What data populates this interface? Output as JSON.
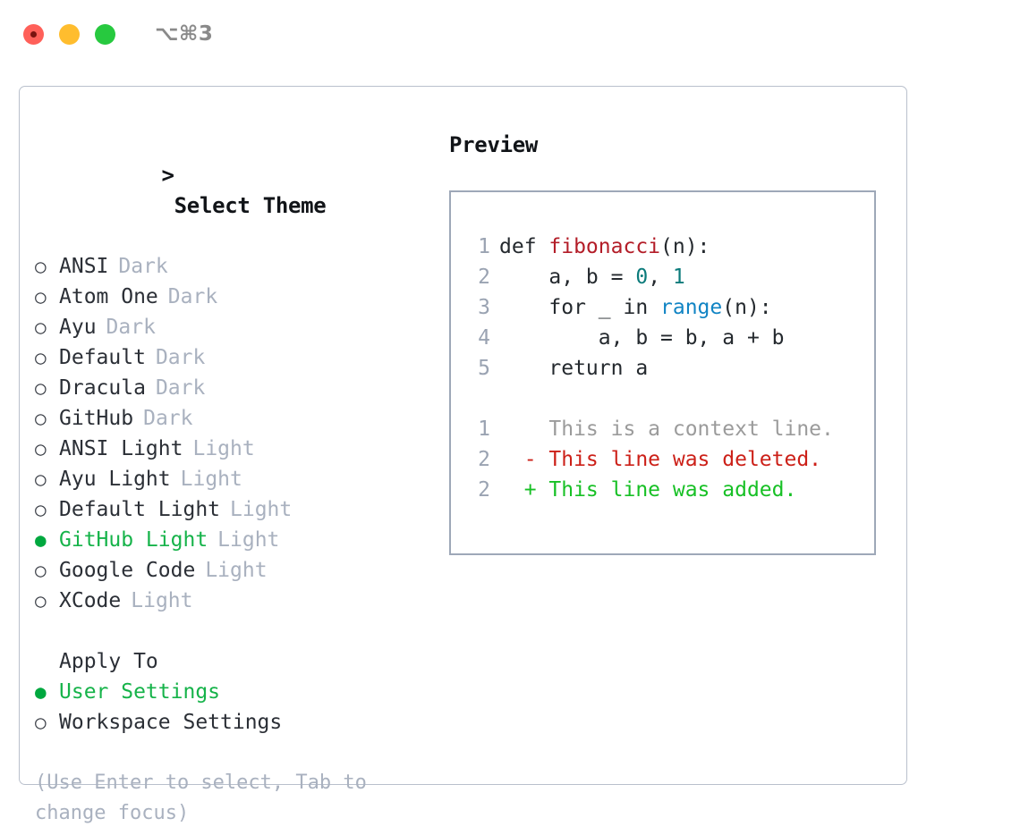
{
  "titlebar": {
    "shortcut": "⌥⌘3",
    "dots": [
      "close-red",
      "minimize-yellow",
      "maximize-green"
    ]
  },
  "theme_list": {
    "heading": "> Select Theme",
    "heading_caret": ">",
    "heading_text": "Select Theme",
    "marker_selected": "●",
    "marker_unselected": "○",
    "items": [
      {
        "name": "ANSI",
        "tag": "Dark",
        "selected": false
      },
      {
        "name": "Atom One",
        "tag": "Dark",
        "selected": false
      },
      {
        "name": "Ayu",
        "tag": "Dark",
        "selected": false
      },
      {
        "name": "Default",
        "tag": "Dark",
        "selected": false
      },
      {
        "name": "Dracula",
        "tag": "Dark",
        "selected": false
      },
      {
        "name": "GitHub",
        "tag": "Dark",
        "selected": false
      },
      {
        "name": "ANSI Light",
        "tag": "Light",
        "selected": false
      },
      {
        "name": "Ayu Light",
        "tag": "Light",
        "selected": false
      },
      {
        "name": "Default Light",
        "tag": "Light",
        "selected": false
      },
      {
        "name": "GitHub Light",
        "tag": "Light",
        "selected": true
      },
      {
        "name": "Google Code",
        "tag": "Light",
        "selected": false
      },
      {
        "name": "XCode",
        "tag": "Light",
        "selected": false
      }
    ]
  },
  "apply_to": {
    "title": "Apply To",
    "options": [
      {
        "label": "User Settings",
        "selected": true
      },
      {
        "label": "Workspace Settings",
        "selected": false
      }
    ]
  },
  "hint": "(Use Enter to select, Tab to change focus)",
  "preview": {
    "title": "Preview",
    "code": [
      {
        "ln": "1",
        "tokens": [
          {
            "t": "def ",
            "c": "plain"
          },
          {
            "t": "fibonacci",
            "c": "fn"
          },
          {
            "t": "(n):",
            "c": "plain"
          }
        ]
      },
      {
        "ln": "2",
        "tokens": [
          {
            "t": "    a, b = ",
            "c": "plain"
          },
          {
            "t": "0",
            "c": "num"
          },
          {
            "t": ", ",
            "c": "plain"
          },
          {
            "t": "1",
            "c": "num"
          }
        ]
      },
      {
        "ln": "3",
        "tokens": [
          {
            "t": "    for _ in ",
            "c": "plain"
          },
          {
            "t": "range",
            "c": "call"
          },
          {
            "t": "(n):",
            "c": "plain"
          }
        ]
      },
      {
        "ln": "4",
        "tokens": [
          {
            "t": "        a, b = b, a + b",
            "c": "plain"
          }
        ]
      },
      {
        "ln": "5",
        "tokens": [
          {
            "t": "    return a",
            "c": "plain"
          }
        ]
      }
    ],
    "diff": [
      {
        "ln": "1",
        "marker": " ",
        "text": "This is a context line.",
        "kind": "context"
      },
      {
        "ln": "2",
        "marker": "-",
        "text": "This line was deleted.",
        "kind": "deleted"
      },
      {
        "ln": "2",
        "marker": "+",
        "text": "This line was added.",
        "kind": "added"
      }
    ]
  },
  "colors": {
    "selected_green": "#16B34A",
    "marker_green": "#00A83F",
    "tag_gray": "#a9b1bf",
    "panel_border": "#b9c0cc",
    "preview_border": "#9ea8b8",
    "code_fn_red": "#B31D28",
    "code_num_teal": "#0C7B7B",
    "code_call_blue": "#1184C4",
    "diff_deleted": "#CC2018",
    "diff_added": "#17C025",
    "diff_context": "#9b9b9b"
  }
}
